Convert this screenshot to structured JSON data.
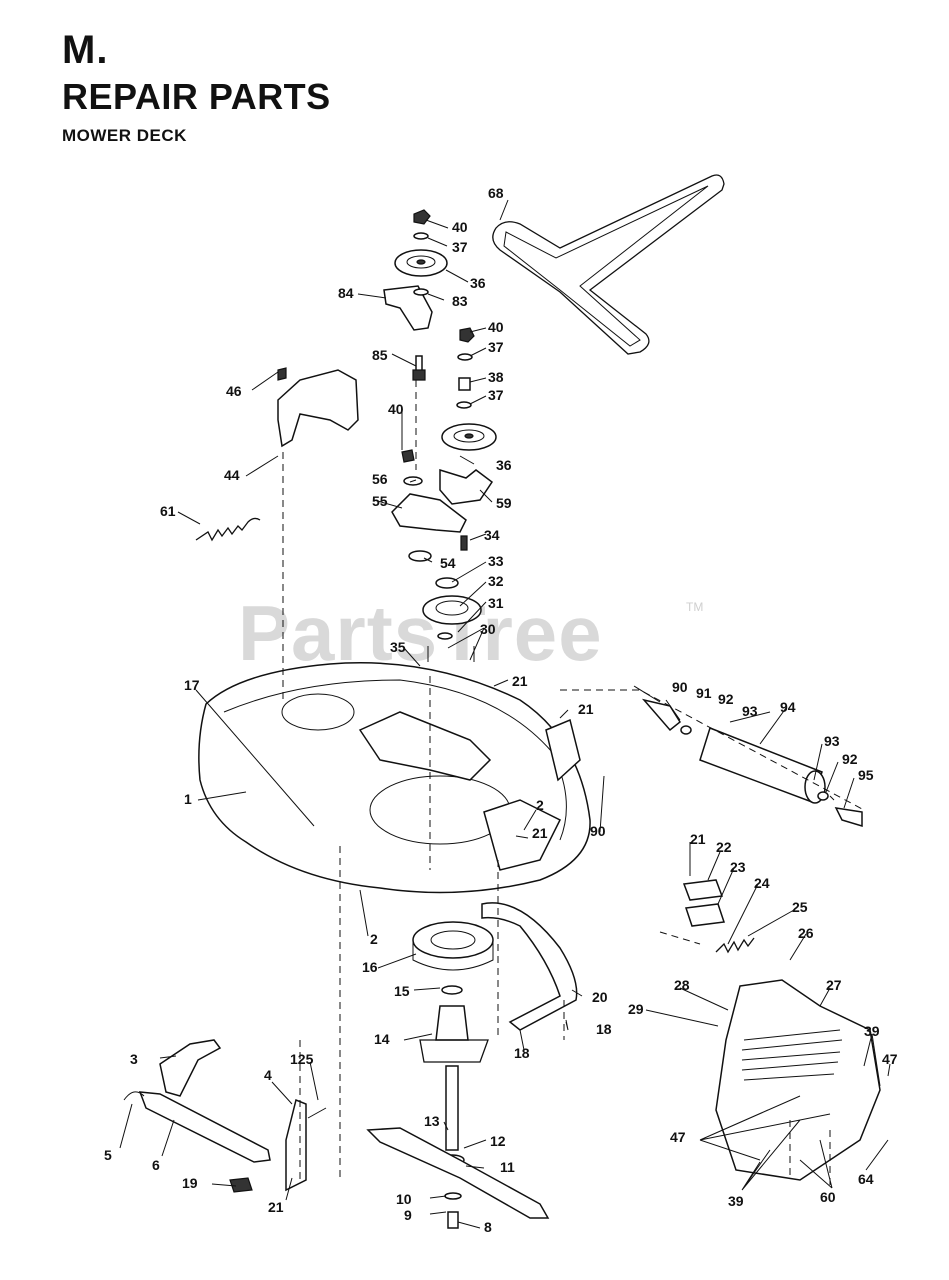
{
  "header": {
    "section": "M.",
    "title": "REPAIR PARTS",
    "subtitle": "MOWER DECK"
  },
  "watermark": {
    "text": "PartsTree",
    "trademark": "TM"
  },
  "callouts": [
    "68",
    "40",
    "37",
    "36",
    "84",
    "83",
    "85",
    "40",
    "37",
    "38",
    "37",
    "46",
    "40",
    "36",
    "44",
    "56",
    "55",
    "59",
    "61",
    "34",
    "54",
    "33",
    "32",
    "31",
    "30",
    "35",
    "17",
    "21",
    "90",
    "91",
    "92",
    "93",
    "94",
    "21",
    "1",
    "2",
    "21",
    "90",
    "93",
    "92",
    "95",
    "21",
    "22",
    "23",
    "24",
    "25",
    "26",
    "2",
    "16",
    "15",
    "20",
    "27",
    "28",
    "29",
    "18",
    "18",
    "14",
    "39",
    "47",
    "3",
    "125",
    "4",
    "13",
    "12",
    "5",
    "6",
    "11",
    "47",
    "19",
    "21",
    "10",
    "9",
    "8",
    "39",
    "60",
    "64"
  ]
}
